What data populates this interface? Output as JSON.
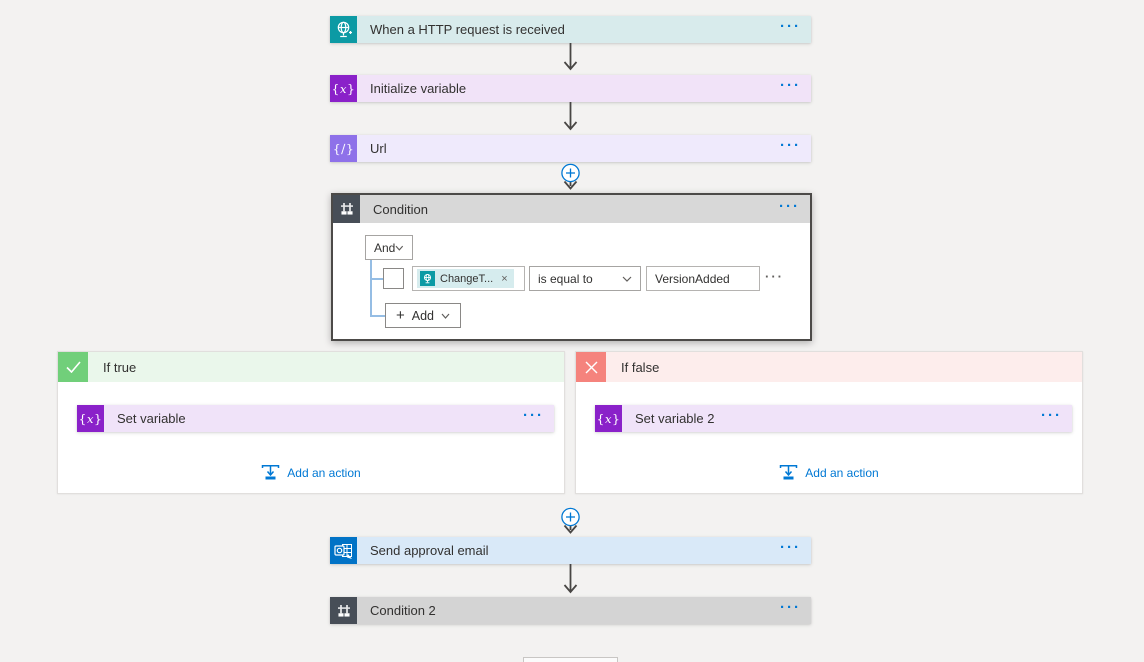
{
  "flow": {
    "trigger": {
      "title": "When a HTTP request is received"
    },
    "initialize_variable": {
      "title": "Initialize variable"
    },
    "url": {
      "title": "Url"
    },
    "condition": {
      "title": "Condition",
      "group_operator": "And",
      "row": {
        "token": "ChangeT...",
        "token_remove": "×",
        "operator": "is equal to",
        "value": "VersionAdded"
      },
      "add_label": "Add"
    },
    "if_true": {
      "title": "If true",
      "action_title": "Set variable",
      "add_action_label": "Add an action"
    },
    "if_false": {
      "title": "If false",
      "action_title": "Set variable 2",
      "add_action_label": "Add an action"
    },
    "send_approval_email": {
      "title": "Send approval email"
    },
    "condition_2": {
      "title": "Condition 2"
    }
  },
  "ui": {
    "ellipsis": "···",
    "plus": "+"
  },
  "colors": {
    "canvas_bg": "#f3f2f1",
    "http_teal": "#0c9aa4",
    "http_tint": "#d8ebec",
    "variable_purple": "#8a21c9",
    "variable_tint": "#f1e3f8",
    "compose_purple": "#8e71e9",
    "compose_tint": "#efeafc",
    "control_dark": "#474e57",
    "control_header": "#d8d8d8",
    "outlook_blue": "#0173c6",
    "outlook_tint": "#d9e9f8",
    "success_green": "#71cf7a",
    "success_tint": "#eaf7eb",
    "fail_red": "#f5837d",
    "fail_tint": "#fdedec",
    "accent_blue": "#0078d4",
    "arrow_gray": "#484644",
    "tree_blue": "#95bde4"
  }
}
